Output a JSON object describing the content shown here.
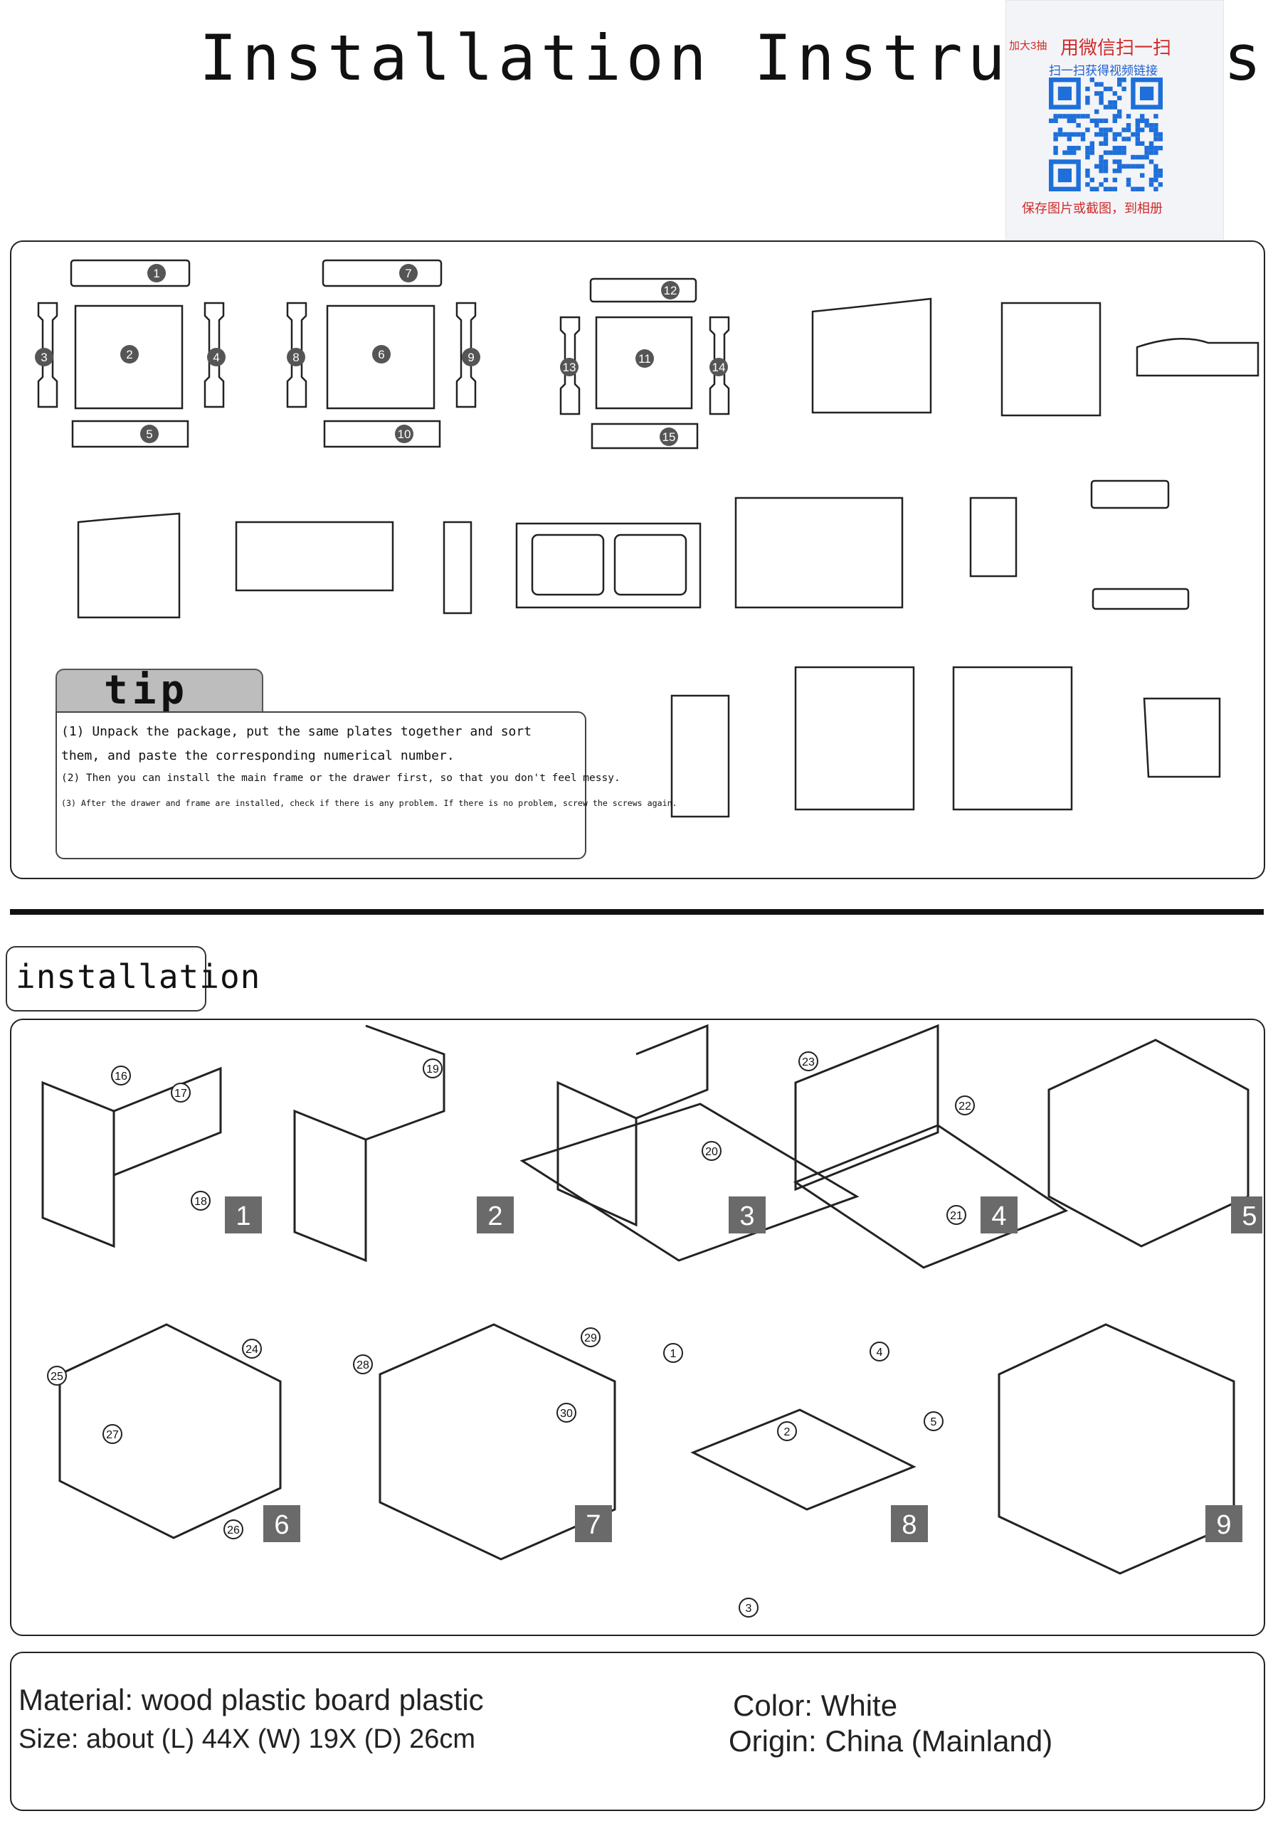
{
  "header": {
    "title": "Installation Instructions"
  },
  "qr_card": {
    "line1": "加大3抽",
    "line2": "用微信扫一扫",
    "line3": "扫一扫获得视频链接",
    "line4": "保存图片或截图，到相册"
  },
  "parts": {
    "numbers": [
      "1",
      "2",
      "3",
      "4",
      "5",
      "6",
      "7",
      "8",
      "9",
      "10",
      "11",
      "12",
      "13",
      "14",
      "15"
    ]
  },
  "tip": {
    "label": "tip",
    "lines": [
      "(1) Unpack the package, put the same plates together and sort",
      "them, and paste the corresponding numerical number.",
      "(2) Then you can install the main frame or the drawer first, so that you don't feel messy.",
      "(3) After the drawer and frame are installed, check if there is any problem. If there is no problem, screw the screws again."
    ]
  },
  "installation": {
    "label": "installation",
    "steps": [
      "1",
      "2",
      "3",
      "4",
      "5",
      "6",
      "7",
      "8",
      "9"
    ],
    "callouts": [
      "16",
      "17",
      "18",
      "19",
      "20",
      "21",
      "22",
      "23",
      "24",
      "25",
      "26",
      "27",
      "28",
      "29",
      "30",
      "1",
      "2",
      "3",
      "4",
      "5"
    ]
  },
  "specs": {
    "material": "Material: wood plastic board plastic",
    "size": "Size: about (L) 44X (W) 19X (D) 26cm",
    "color": "Color: White",
    "origin": "Origin: China (Mainland)"
  }
}
